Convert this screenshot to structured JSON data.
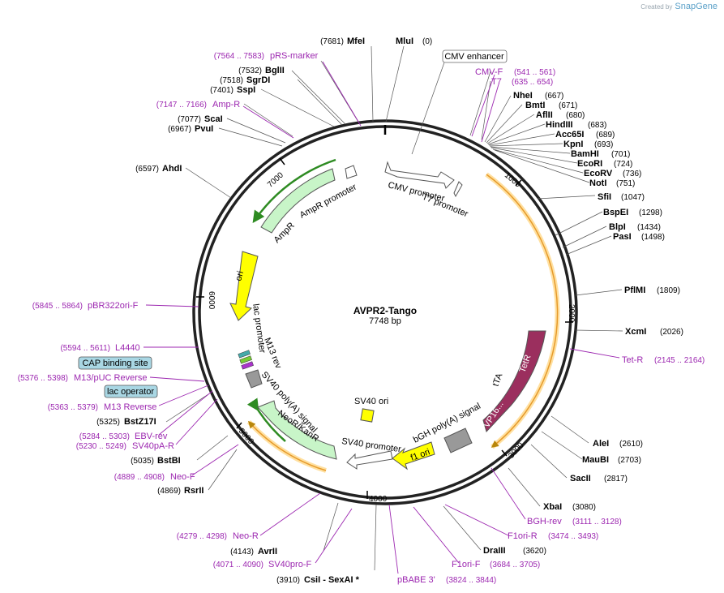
{
  "branding": {
    "created_by": "Created by",
    "product": "SnapGene"
  },
  "plasmid": {
    "name": "AVPR2-Tango",
    "length_label": "7748 bp"
  },
  "ticks": [
    "1000",
    "2000",
    "3000",
    "4000",
    "5000",
    "6000",
    "7000"
  ],
  "enzymes": {
    "mfei": {
      "name": "MfeI",
      "pos": "(7681)"
    },
    "mlui": {
      "name": "MluI",
      "pos": "(0)"
    },
    "bglii": {
      "name": "BglII",
      "pos": "(7532)"
    },
    "sgrdi": {
      "name": "SgrDI",
      "pos": "(7518)"
    },
    "sspi": {
      "name": "SspI",
      "pos": "(7401)"
    },
    "scai": {
      "name": "ScaI",
      "pos": "(7077)"
    },
    "pvui": {
      "name": "PvuI",
      "pos": "(6967)"
    },
    "ahdi": {
      "name": "AhdI",
      "pos": "(6597)"
    },
    "nhei": {
      "name": "NheI",
      "pos": "(667)"
    },
    "bmti": {
      "name": "BmtI",
      "pos": "(671)"
    },
    "afliii": {
      "name": "AflII",
      "pos": "(680)"
    },
    "hindiii": {
      "name": "HindIII",
      "pos": "(683)"
    },
    "acc65i": {
      "name": "Acc65I",
      "pos": "(689)"
    },
    "kpni": {
      "name": "KpnI",
      "pos": "(693)"
    },
    "bamhi": {
      "name": "BamHI",
      "pos": "(701)"
    },
    "ecori": {
      "name": "EcoRI",
      "pos": "(724)"
    },
    "ecorv": {
      "name": "EcoRV",
      "pos": "(736)"
    },
    "noti": {
      "name": "NotI",
      "pos": "(751)"
    },
    "sfii": {
      "name": "SfiI",
      "pos": "(1047)"
    },
    "bspei": {
      "name": "BspEI",
      "pos": "(1298)"
    },
    "blpi": {
      "name": "BlpI",
      "pos": "(1434)"
    },
    "pasi": {
      "name": "PasI",
      "pos": "(1498)"
    },
    "pflmi": {
      "name": "PflMI",
      "pos": "(1809)"
    },
    "xcmi": {
      "name": "XcmI",
      "pos": "(2026)"
    },
    "alei": {
      "name": "AleI",
      "pos": "(2610)"
    },
    "maubi": {
      "name": "MauBI",
      "pos": "(2703)"
    },
    "sacii": {
      "name": "SacII",
      "pos": "(2817)"
    },
    "xbai": {
      "name": "XbaI",
      "pos": "(3080)"
    },
    "draiii": {
      "name": "DraIII",
      "pos": "(3620)"
    },
    "csii": {
      "name": "CsiI - SexAI *",
      "pos": "(3910)"
    },
    "avrii": {
      "name": "AvrII",
      "pos": "(4143)"
    },
    "rsrii": {
      "name": "RsrII",
      "pos": "(4869)"
    },
    "bstbi": {
      "name": "BstBI",
      "pos": "(5035)"
    },
    "bstz17i": {
      "name": "BstZ17I",
      "pos": "(5325)"
    }
  },
  "primers": {
    "prs_marker": {
      "name": "pRS-marker",
      "range": "(7564 .. 7583)"
    },
    "amp_r": {
      "name": "Amp-R",
      "range": "(7147 .. 7166)"
    },
    "cmv_f": {
      "name": "CMV-F",
      "range": "(541 .. 561)"
    },
    "t7": {
      "name": "T7",
      "range": "(635 .. 654)"
    },
    "pbr322ori_f": {
      "name": "pBR322ori-F",
      "range": "(5845 .. 5864)"
    },
    "l4440": {
      "name": "L4440",
      "range": "(5594 .. 5611)"
    },
    "m13_puc_rev": {
      "name": "M13/pUC Reverse",
      "range": "(5376 .. 5398)"
    },
    "m13_rev": {
      "name": "M13 Reverse",
      "range": "(5363 .. 5379)"
    },
    "ebv_rev": {
      "name": "EBV-rev",
      "range": "(5284 .. 5303)"
    },
    "sv40pa_r": {
      "name": "SV40pA-R",
      "range": "(5230 .. 5249)"
    },
    "neo_f": {
      "name": "Neo-F",
      "range": "(4889 .. 4908)"
    },
    "neo_r": {
      "name": "Neo-R",
      "range": "(4279 .. 4298)"
    },
    "sv40pro_f": {
      "name": "SV40pro-F",
      "range": "(4071 .. 4090)"
    },
    "pbabe3": {
      "name": "pBABE 3'",
      "range": "(3824 .. 3844)"
    },
    "f1ori_f": {
      "name": "F1ori-F",
      "range": "(3684 .. 3705)"
    },
    "f1ori_r": {
      "name": "F1ori-R",
      "range": "(3474 .. 3493)"
    },
    "bgh_rev": {
      "name": "BGH-rev",
      "range": "(3111 .. 3128)"
    },
    "tet_r": {
      "name": "Tet-R",
      "range": "(2145 .. 2164)"
    }
  },
  "boxed": {
    "cmv_enhancer": "CMV enhancer",
    "cap_binding": "CAP binding site",
    "lac_operator": "lac operator"
  },
  "features": {
    "cmv_promoter": "CMV promoter",
    "t7_promoter": "T7 promoter",
    "ampr_promoter": "AmpR promoter",
    "ampr": "AmpR",
    "ori": "ori",
    "lac_promoter": "lac promoter",
    "m13_rev": "M13 rev",
    "sv40_polya": "SV40 poly(A) signal",
    "neor": "NeoR/KanR",
    "sv40_ori": "SV40 ori",
    "sv40_promoter": "SV40 promoter",
    "f1_ori": "f1 ori",
    "bgh_polya": "bGH poly(A) signal",
    "tta": "tTA",
    "tetr": "TetR",
    "vp16": "VP16..."
  },
  "colors": {
    "primer": "#9c27b0",
    "ampr": "#c8f5c8",
    "ori": "#ffff00",
    "tetr": "#9b2f5e",
    "gene_line": "#2e8b22",
    "orange_arc": "#e69a2a"
  }
}
